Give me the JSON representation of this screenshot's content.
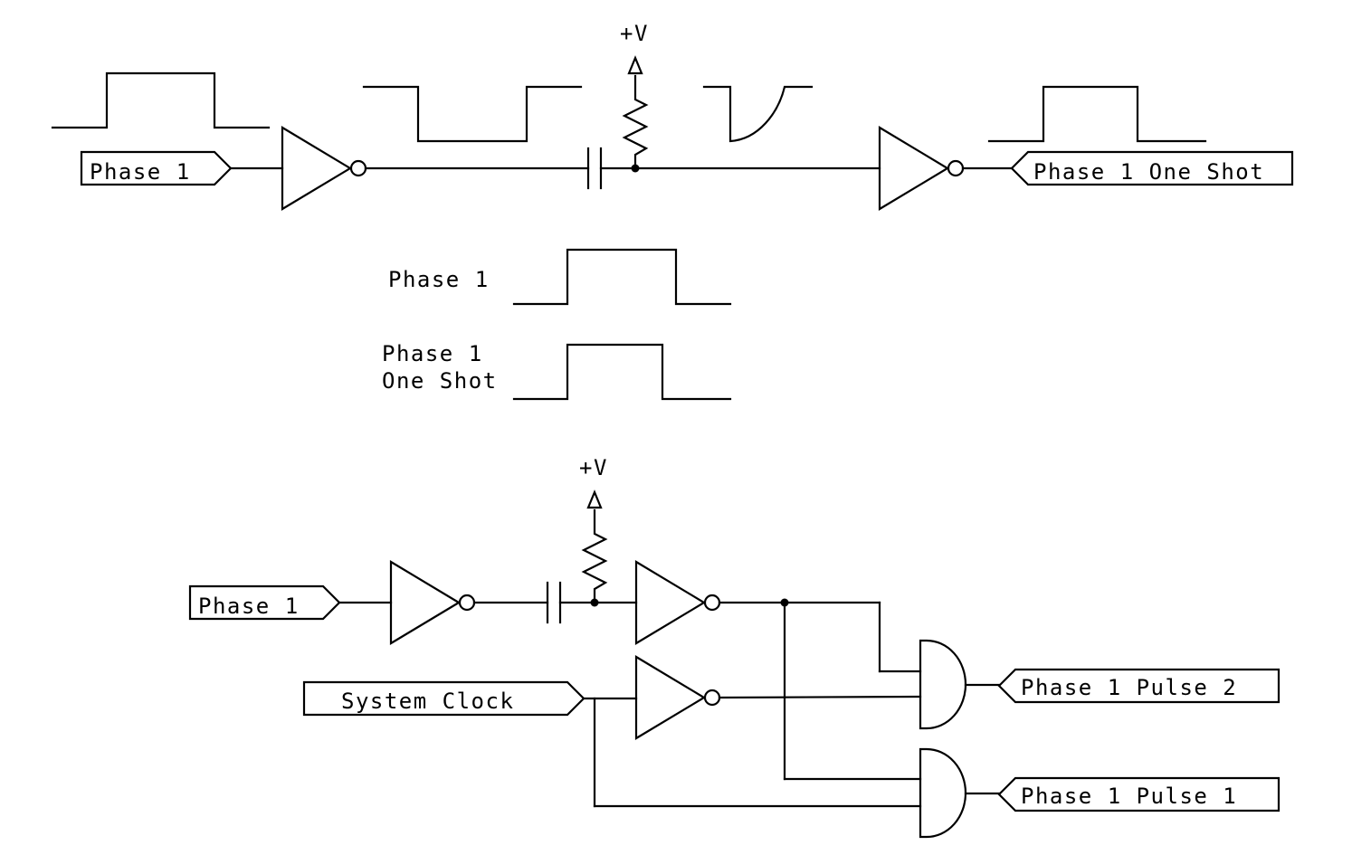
{
  "labels": {
    "top_input": "Phase 1",
    "top_output": "Phase 1 One Shot",
    "supply_top": "+V",
    "timing_phase": "Phase 1",
    "timing_oneshot_line1": "Phase 1",
    "timing_oneshot_line2": "One Shot",
    "supply_bottom": "+V",
    "bottom_input": "Phase 1",
    "clock_input": "System Clock",
    "output_pulse2": "Phase 1 Pulse 2",
    "output_pulse1": "Phase 1 Pulse 1"
  },
  "colors": {
    "ink": "#000000",
    "background": "#ffffff"
  }
}
